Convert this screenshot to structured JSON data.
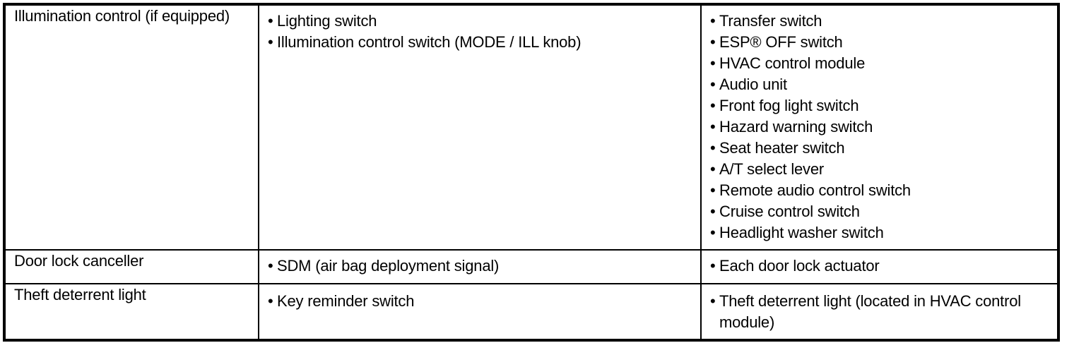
{
  "document": {
    "type": "specification-table",
    "colors": {
      "text": "#000000",
      "background": "#ffffff",
      "border": "#000000"
    }
  },
  "table": {
    "rows": [
      {
        "component": "Illumination control (if equipped)",
        "inputs": [
          "Lighting switch",
          "Illumination control switch (MODE / ILL knob)"
        ],
        "outputs": [
          "Transfer switch",
          "ESP® OFF switch",
          "HVAC control module",
          "Audio unit",
          "Front fog light switch",
          "Hazard warning switch",
          "Seat heater switch",
          "A/T select lever",
          "Remote audio control switch",
          "Cruise control switch",
          "Headlight washer switch"
        ]
      },
      {
        "component": "Door lock canceller",
        "inputs": [
          "SDM (air bag deployment signal)"
        ],
        "outputs": [
          "Each door lock actuator"
        ]
      },
      {
        "component": "Theft deterrent light",
        "inputs": [
          "Key reminder switch"
        ],
        "outputs": [
          "Theft deterrent light (located in HVAC control module)"
        ]
      }
    ]
  }
}
